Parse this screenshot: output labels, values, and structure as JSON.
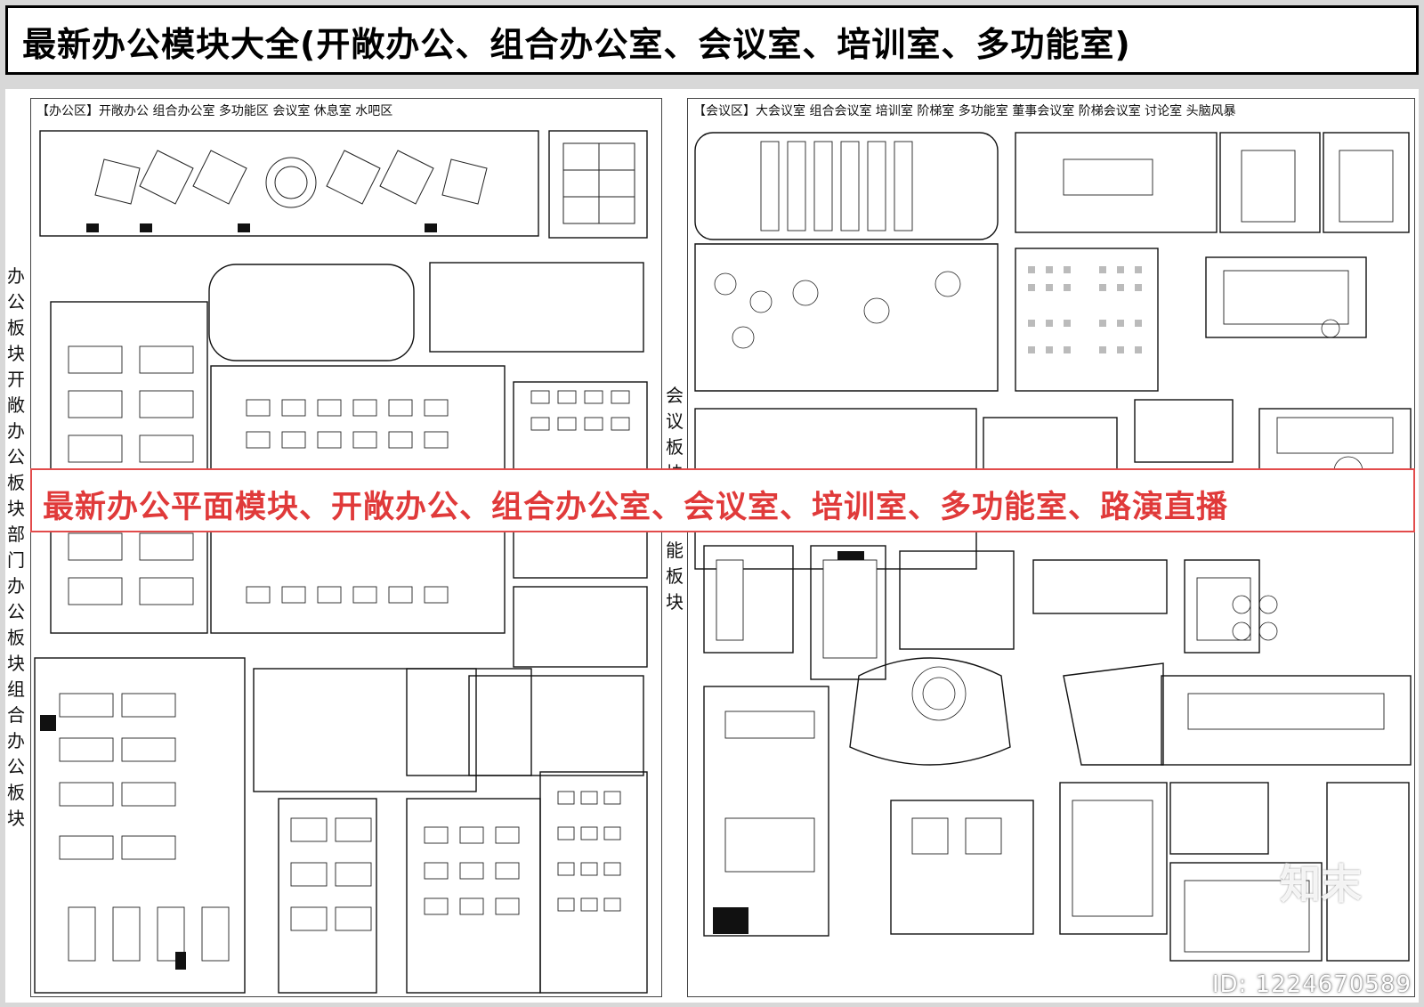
{
  "title": "最新办公模块大全(开敞办公、组合办公室、会议室、培训室、多功能室)",
  "left_panel": {
    "header": "【办公区】开敞办公 组合办公室 多功能区 会议室 休息室 水吧区",
    "side_label": "办公板块 开敞办公板块 部门办公板块 组合办公板块"
  },
  "right_panel": {
    "header": "【会议区】大会议室 组合会议室 培训室 阶梯室 多功能室 董事会议室 阶梯会议室 讨论室 头脑风暴",
    "side_label": "会议板块 多功能板块"
  },
  "banner": "最新办公平面模块、开敞办公、组合办公室、会议室、培训室、多功能室、路演直播",
  "watermark": "知末",
  "image_id": "ID: 1224670589"
}
